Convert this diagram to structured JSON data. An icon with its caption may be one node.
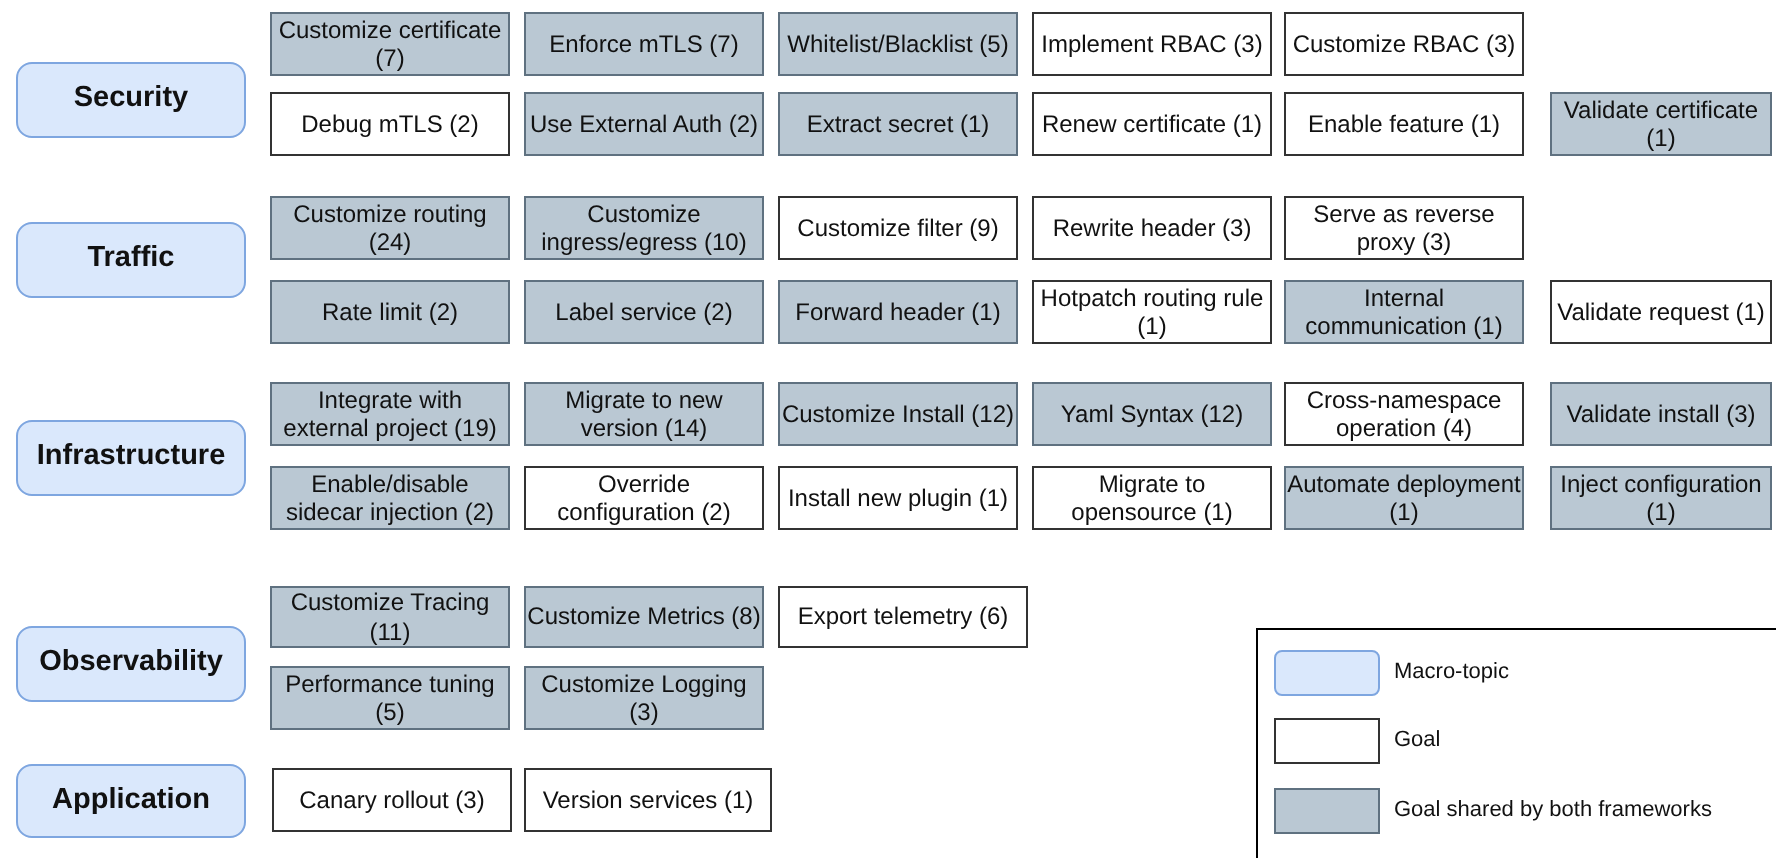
{
  "diagram": {
    "nodes": [
      {
        "text": [
          "Security"
        ]
      },
      {
        "text": [
          "Customize certificate (7)"
        ]
      },
      {
        "text": [
          "Enforce mTLS (7)"
        ]
      },
      {
        "text": [
          "Whitelist/Blacklist (5)"
        ]
      },
      {
        "text": [
          "Implement RBAC (3)"
        ]
      },
      {
        "text": [
          "Customize RBAC (3)"
        ]
      },
      {
        "text": [
          "Debug mTLS (2)"
        ]
      },
      {
        "text": [
          "Use External Auth (2)"
        ]
      },
      {
        "text": [
          "Extract secret (1)"
        ]
      },
      {
        "text": [
          "Renew certificate (1)"
        ]
      },
      {
        "text": [
          "Enable feature (1)"
        ]
      },
      {
        "text": [
          "Validate certificate (1)"
        ]
      },
      {
        "text": [
          "Traffic"
        ]
      },
      {
        "text": [
          "Customize routing (24)"
        ]
      },
      {
        "text": [
          "Customize ingress/egress (10)"
        ]
      },
      {
        "text": [
          "Customize filter (9)"
        ]
      },
      {
        "text": [
          "Rewrite header (3)"
        ]
      },
      {
        "text": [
          "Serve as reverse proxy (3)"
        ]
      },
      {
        "text": [
          "Rate limit (2)"
        ]
      },
      {
        "text": [
          "Label service (2)"
        ]
      },
      {
        "text": [
          "Forward header (1)"
        ]
      },
      {
        "text": [
          "Hotpatch routing rule (1)"
        ]
      },
      {
        "text": [
          "Internal communication (1)"
        ]
      },
      {
        "text": [
          "Validate request (1)"
        ]
      },
      {
        "text": [
          "Infrastructure"
        ]
      },
      {
        "text": [
          "Integrate with external project (19)"
        ]
      },
      {
        "text": [
          "Migrate to new version (14)"
        ]
      },
      {
        "text": [
          "Customize Install (12)"
        ]
      },
      {
        "text": [
          "Yaml Syntax (12)"
        ]
      },
      {
        "text": [
          "Cross-namespace operation (4)"
        ]
      },
      {
        "text": [
          "Validate install (3)"
        ]
      },
      {
        "text": [
          "Enable/disable sidecar injection (2)"
        ]
      },
      {
        "text": [
          "Override configuration (2)"
        ]
      },
      {
        "text": [
          "Install new plugin (1)"
        ]
      },
      {
        "text": [
          "Migrate to opensource (1)"
        ]
      },
      {
        "text": [
          "Automate deployment (1)"
        ]
      },
      {
        "text": [
          "Inject configuration (1)"
        ]
      },
      {
        "text": [
          "Observability"
        ]
      },
      {
        "text": [
          "Customize Tracing (11)"
        ]
      },
      {
        "text": [
          "Customize Metrics (8)"
        ]
      },
      {
        "text": [
          "Export telemetry (6)"
        ]
      },
      {
        "text": [
          "Performance tuning (5)"
        ]
      },
      {
        "text": [
          "Customize Logging (3)"
        ]
      },
      {
        "text": [
          "Application"
        ]
      },
      {
        "text": [
          "Canary rollout (3)"
        ]
      },
      {
        "text": [
          "Version services (1)"
        ]
      }
    ],
    "legend": [
      {
        "text": "Macro-topic",
        "color": "#dae8fc"
      },
      {
        "text": "Goal",
        "color": "#ffffff"
      },
      {
        "text": "Goal shared by both frameworks",
        "color": "#bac8d3"
      }
    ]
  }
}
